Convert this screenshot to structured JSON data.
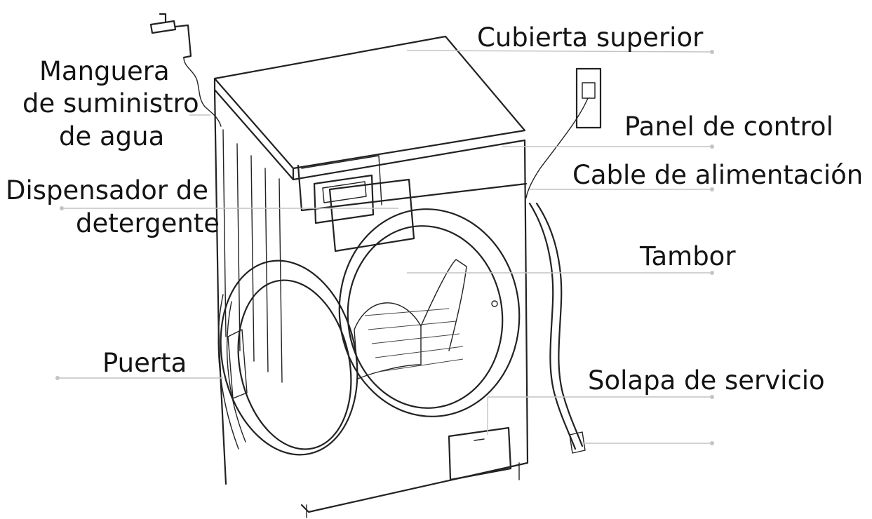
{
  "labels": {
    "top_cover": "Cubierta superior",
    "water_hose_1": "Manguera",
    "water_hose_2": "de suministro",
    "water_hose_3": "de agua",
    "control_panel": "Panel de control",
    "power_cable": "Cable de alimentación",
    "dispenser_1": "Dispensador de",
    "dispenser_2": "detergente",
    "drum": "Tambor",
    "door": "Puerta",
    "service_flap": "Solapa de servicio"
  },
  "colors": {
    "line": "#222222",
    "leader": "#c4c4c4",
    "text": "#141414",
    "background": "#ffffff"
  }
}
